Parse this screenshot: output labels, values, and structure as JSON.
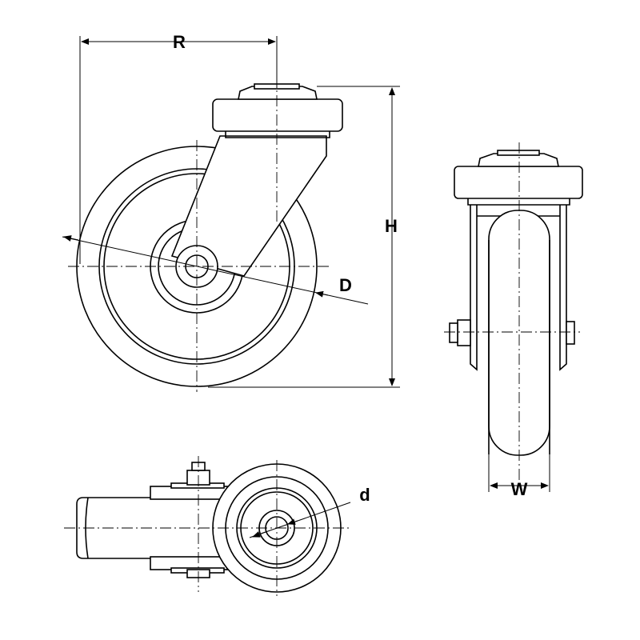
{
  "dimensions": {
    "R": "R",
    "H": "H",
    "D": "D",
    "W": "W",
    "d": "d"
  }
}
